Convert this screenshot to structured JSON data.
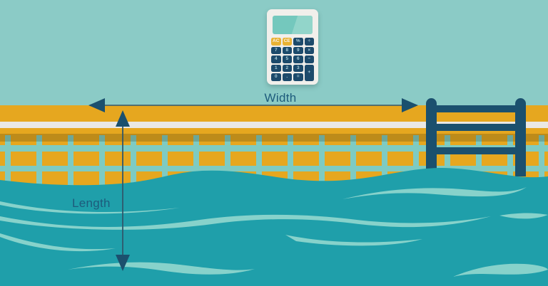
{
  "illustration": {
    "width_label": "Width",
    "length_label": "Length"
  },
  "calculator": {
    "buttons": [
      {
        "label": "AC"
      },
      {
        "label": "CE"
      },
      {
        "label": "%"
      },
      {
        "label": "÷"
      },
      {
        "label": "7"
      },
      {
        "label": "8"
      },
      {
        "label": "9"
      },
      {
        "label": "×"
      },
      {
        "label": "4"
      },
      {
        "label": "5"
      },
      {
        "label": "6"
      },
      {
        "label": "−"
      },
      {
        "label": "1"
      },
      {
        "label": "2"
      },
      {
        "label": "3"
      },
      {
        "label": "+"
      },
      {
        "label": "0"
      },
      {
        "label": "."
      },
      {
        "label": "="
      }
    ]
  },
  "colors": {
    "sky": "#8bcbc6",
    "deck_yellow": "#e6a71f",
    "deck_stripe": "#eae8e4",
    "tile_grout": "#7ecbc2",
    "water": "#1f9faa",
    "wave_highlight": "#87d2cb",
    "navy": "#1b506e",
    "label_text": "#1d5b7c",
    "calculator_body": "#f1efeb",
    "calculator_screen": "#74c8bd",
    "calculator_button_yellow": "#e9b233",
    "calculator_button_dark": "#1c4a6b"
  }
}
